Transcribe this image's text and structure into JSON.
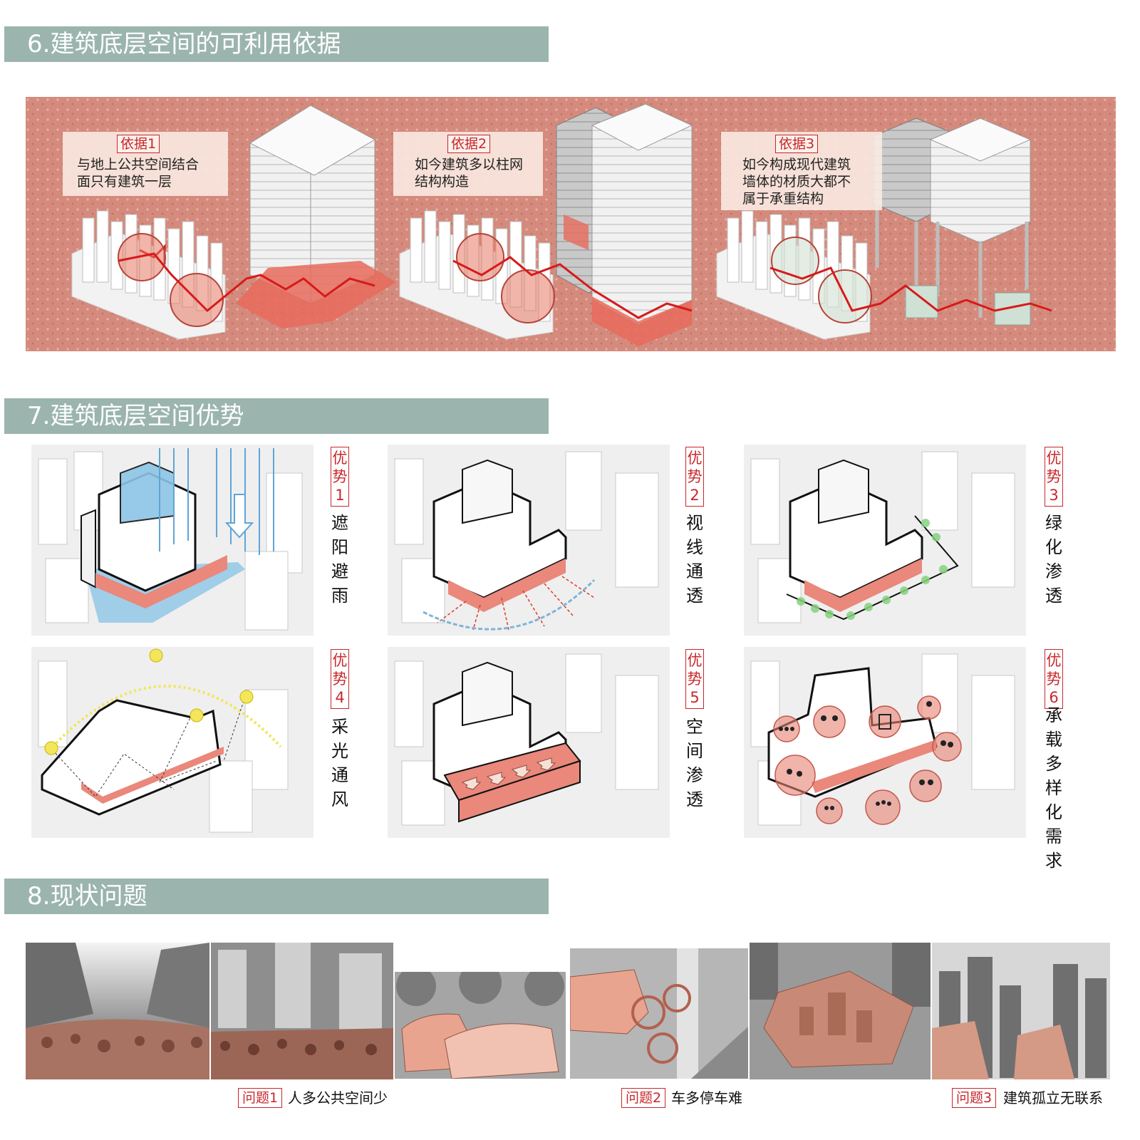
{
  "section6": {
    "title": "6.建筑底层空间的可利用依据",
    "notes": [
      {
        "tag": "依据1",
        "lines": [
          "与地上公共空间结合",
          "面只有建筑一层"
        ]
      },
      {
        "tag": "依据2",
        "lines": [
          "如今建筑多以柱网",
          "结构构造"
        ]
      },
      {
        "tag": "依据3",
        "lines": [
          "如今构成现代建筑",
          "墙体的材质大都不",
          "属于承重结构"
        ]
      }
    ]
  },
  "section7": {
    "title": "7.建筑底层空间优势",
    "items": [
      {
        "tag": "优势1",
        "text": "遮阳避雨"
      },
      {
        "tag": "优势2",
        "text": "视线通透"
      },
      {
        "tag": "优势3",
        "text": "绿化渗透"
      },
      {
        "tag": "优势4",
        "text": "采光通风"
      },
      {
        "tag": "优势5",
        "text": "空间渗透"
      },
      {
        "tag": "优势6",
        "text": "承载多样化需求"
      }
    ]
  },
  "section8": {
    "title": "8.现状问题",
    "problems": [
      {
        "tag": "问题1",
        "text": "人多公共空间少"
      },
      {
        "tag": "问题2",
        "text": "车多停车难"
      },
      {
        "tag": "问题3",
        "text": "建筑孤立无联系"
      }
    ]
  },
  "colors": {
    "header_bg": "#9bb5ae",
    "panel_bg": "#d48a7c",
    "accent_red": "#c8272b",
    "highlight_blue": "#6fb3d9",
    "highlight_green": "#7fcf7a",
    "highlight_yellow": "#f3e65b"
  }
}
